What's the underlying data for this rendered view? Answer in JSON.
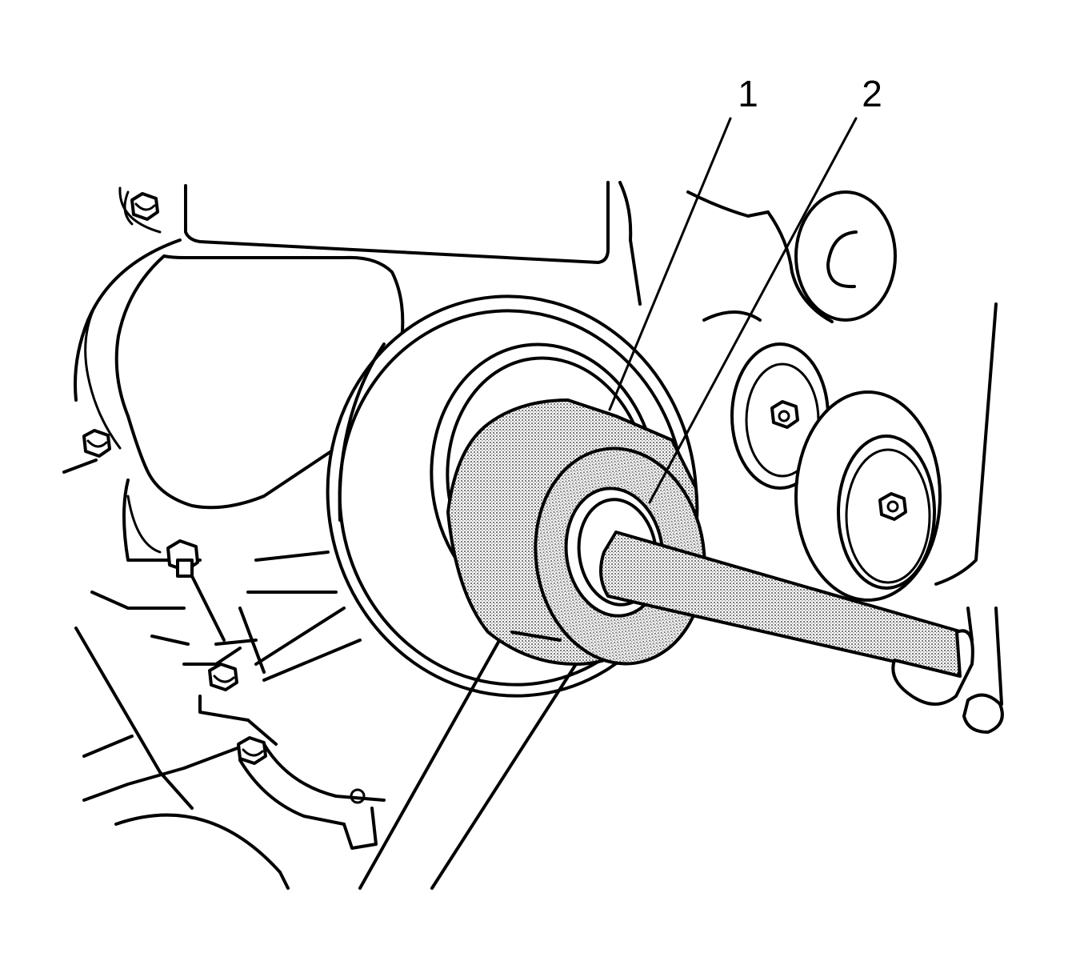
{
  "callouts": [
    {
      "id": "1",
      "label": "1"
    },
    {
      "id": "2",
      "label": "2"
    }
  ],
  "colors": {
    "line": "#000000",
    "background": "#ffffff",
    "shading": "#7a7a7a"
  }
}
